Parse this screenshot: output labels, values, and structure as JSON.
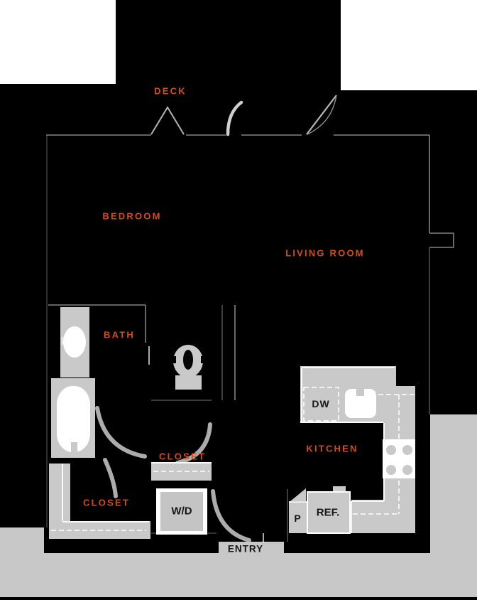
{
  "colors": {
    "background": "#000000",
    "exterior": "#ffffff",
    "corridor": "#c8c8c8",
    "fixture": "#c9c9c9",
    "accent": "#d64b15",
    "label_dark": "#161616",
    "wall_line": "#9a9a9a"
  },
  "rooms": {
    "deck": "DECK",
    "bedroom": "BEDROOM",
    "living_room": "LIVING ROOM",
    "bath": "BATH",
    "hall_closet": "CLOSET",
    "entry_closet": "CLOSET",
    "kitchen": "KITCHEN"
  },
  "fixtures": {
    "dishwasher": "DW",
    "washer_dryer": "W/D",
    "refrigerator": "REF.",
    "pantry": "P"
  },
  "entry": {
    "label": "ENTRY"
  }
}
